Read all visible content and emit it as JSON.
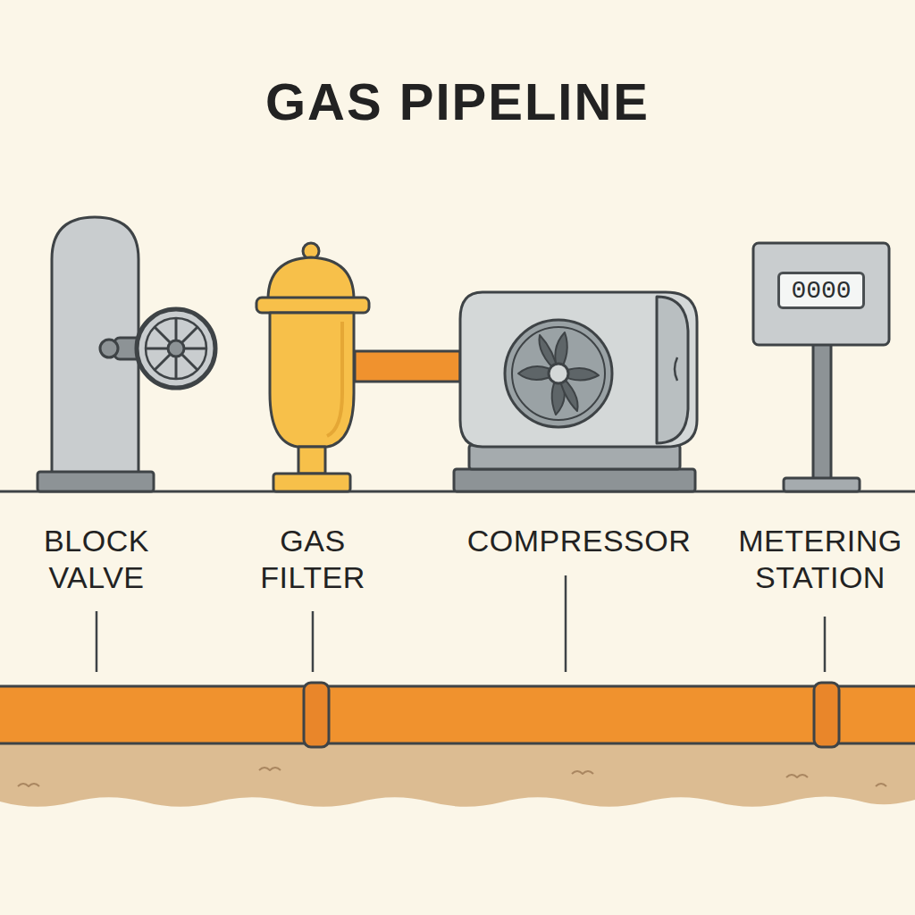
{
  "diagram": {
    "title": "GAS PIPELINE",
    "nodes": [
      {
        "text": [
          "0000"
        ]
      }
    ],
    "labels": [
      "BLOCK VALVE",
      "GAS FILTER",
      "COMPRESSOR",
      "METERING STATION"
    ]
  }
}
